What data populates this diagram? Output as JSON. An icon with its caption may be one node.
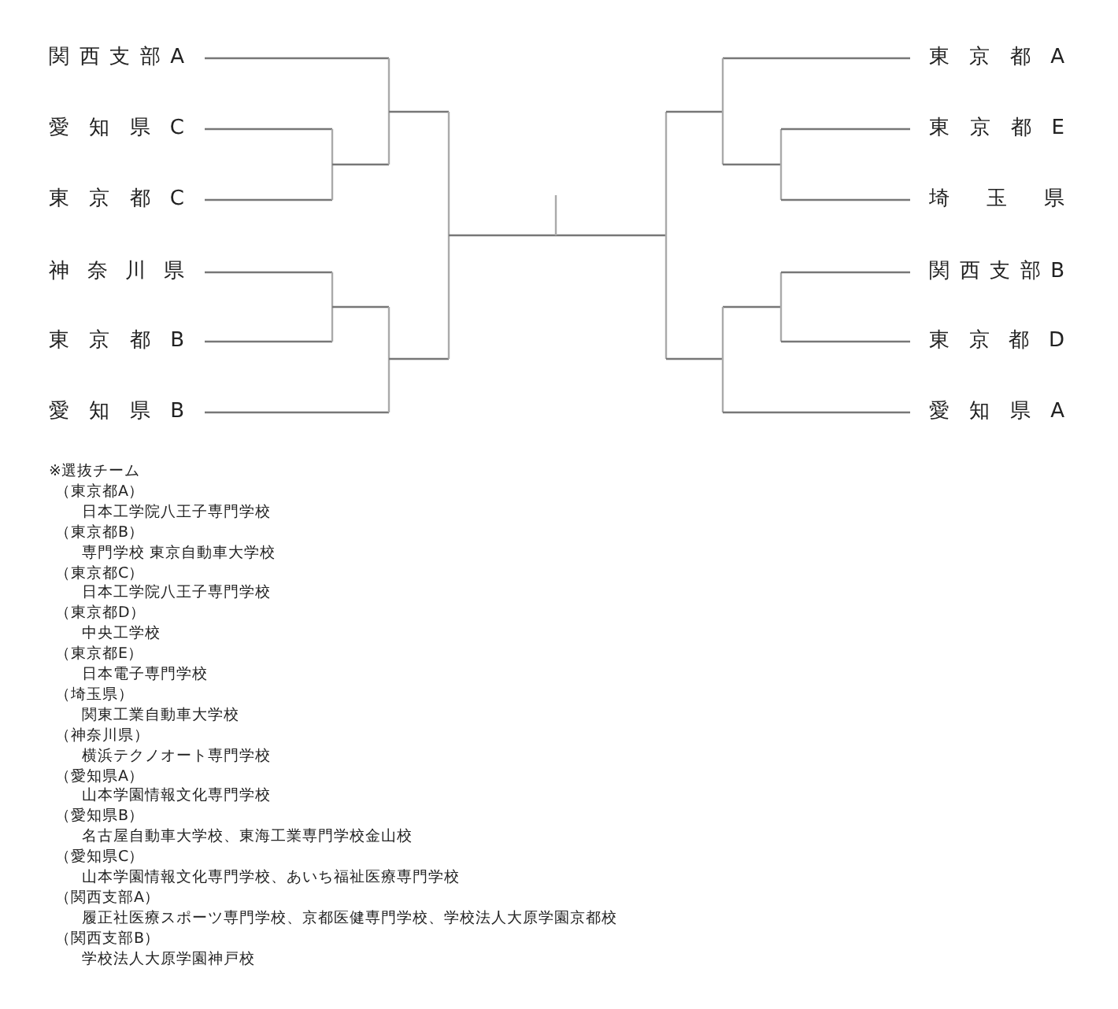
{
  "diagram": {
    "nodes": [
      {
        "text": [
          "関西支部A"
        ]
      },
      {
        "text": [
          "東京都A"
        ]
      },
      {
        "text": [
          "愛知県C"
        ]
      },
      {
        "text": [
          "東京都E"
        ]
      },
      {
        "text": [
          "東京都C"
        ]
      },
      {
        "text": [
          "埼玉県"
        ]
      },
      {
        "text": [
          "神奈川県"
        ]
      },
      {
        "text": [
          "関西支部B"
        ]
      },
      {
        "text": [
          "東京都B"
        ]
      },
      {
        "text": [
          "東京都D"
        ]
      },
      {
        "text": [
          "愛知県B"
        ]
      },
      {
        "text": [
          "愛知県A"
        ]
      }
    ],
    "labels": [
      "※選抜チーム",
      "（東京都A）",
      "日本工学院八王子専門学校",
      "（東京都B）",
      "専門学校 東京自動車大学校",
      "（東京都C）",
      "日本工学院八王子専門学校",
      "（東京都D）",
      "中央工学校",
      "（東京都E）",
      "日本電子専門学校",
      "（埼玉県）",
      "関東工業自動車大学校",
      "（神奈川県）",
      "横浜テクノオート専門学校",
      "（愛知県A）",
      "山本学園情報文化専門学校",
      "（愛知県B）",
      "名古屋自動車大学校、東海工業専門学校金山校",
      "（愛知県C）",
      "山本学園情報文化専門学校、あいち福祉医療専門学校",
      "（関西支部A）",
      "履正社医療スポーツ専門学校、京都医健専門学校、学校法人大原学園京都校",
      "（関西支部B）",
      "学校法人大原学園神戸校"
    ]
  }
}
